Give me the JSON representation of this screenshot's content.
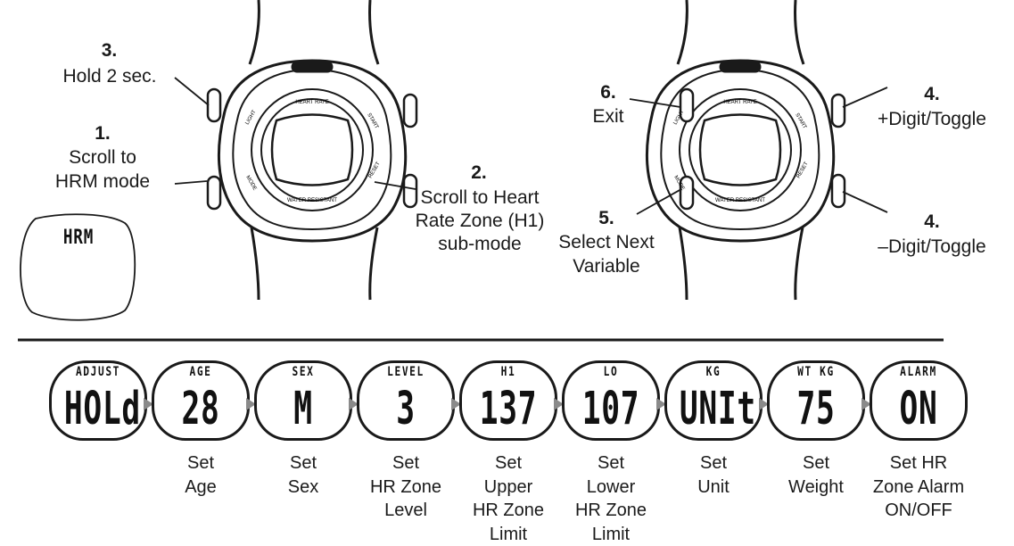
{
  "callouts_left": [
    {
      "num": "3.",
      "text": "Hold 2 sec."
    },
    {
      "num": "1.",
      "lines": [
        "Scroll to",
        "HRM mode"
      ]
    },
    {
      "num": "2.",
      "lines": [
        "Scroll to Heart",
        "Rate Zone (H1)",
        "sub-mode"
      ]
    }
  ],
  "callouts_right": [
    {
      "num": "6.",
      "text": "Exit"
    },
    {
      "num": "4.",
      "text": "+Digit/Toggle"
    },
    {
      "num": "5.",
      "lines": [
        "Select Next",
        "Variable"
      ]
    },
    {
      "num": "4.",
      "text": "–Digit/Toggle"
    }
  ],
  "bezel_labels": {
    "top": "HEART RATE",
    "bottom": "WATER RESISTANT",
    "left_top": "LIGHT",
    "left_bottom": "MODE",
    "right_top": "START",
    "right_bottom": "RESET"
  },
  "mini_display": "HRM",
  "sequence": [
    {
      "top": "ADJUST",
      "main": "HOLd",
      "caption": []
    },
    {
      "top": "AGE",
      "main": "28",
      "caption": [
        "Set",
        "Age"
      ]
    },
    {
      "top": "SEX",
      "main": "M",
      "caption": [
        "Set",
        "Sex"
      ]
    },
    {
      "top": "LEVEL",
      "main": "3",
      "caption": [
        "Set",
        "HR Zone",
        "Level"
      ]
    },
    {
      "top": "H1",
      "main": "137",
      "caption": [
        "Set",
        "Upper",
        "HR Zone",
        "Limit"
      ]
    },
    {
      "top": "LO",
      "main": "107",
      "caption": [
        "Set",
        "Lower",
        "HR Zone",
        "Limit"
      ]
    },
    {
      "top": "KG",
      "main": "UNIt",
      "caption": [
        "Set",
        "Unit"
      ]
    },
    {
      "top": "WT KG",
      "main": "75",
      "caption": [
        "Set",
        "Weight"
      ]
    },
    {
      "top": "ALARM",
      "main": "ON",
      "caption": [
        "Set HR",
        "Zone Alarm",
        "ON/OFF"
      ]
    }
  ],
  "colors": {
    "line": "#1a1a1a",
    "arrow": "#8a8a8a"
  }
}
